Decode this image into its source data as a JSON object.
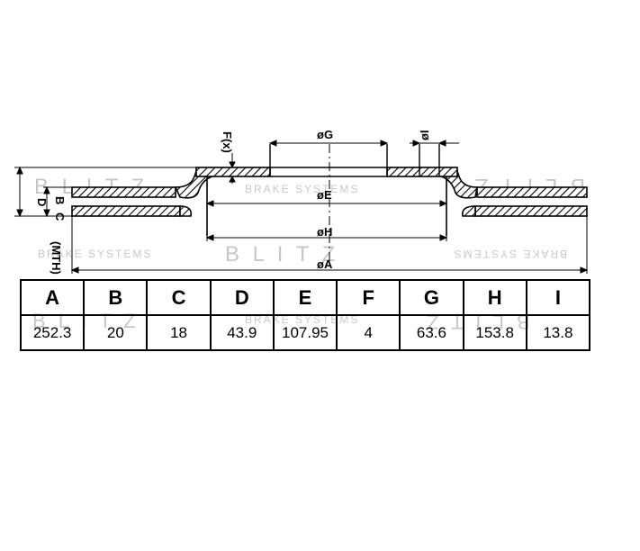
{
  "dimension_labels": {
    "d": "D",
    "b": "B",
    "c": "C",
    "min_thickness": "(MTH)",
    "fx": "F(x)",
    "g": "øG",
    "i": "øI",
    "e": "øE",
    "h": "øH",
    "a": "øA"
  },
  "watermark": {
    "brand": "B L I T Z",
    "subtitle": "BRAKE SYSTEMS"
  },
  "table": {
    "headers": [
      "A",
      "B",
      "C",
      "D",
      "E",
      "F",
      "G",
      "H",
      "I"
    ],
    "values": [
      "252.3",
      "20",
      "18",
      "43.9",
      "107.95",
      "4",
      "63.6",
      "153.8",
      "13.8"
    ]
  }
}
